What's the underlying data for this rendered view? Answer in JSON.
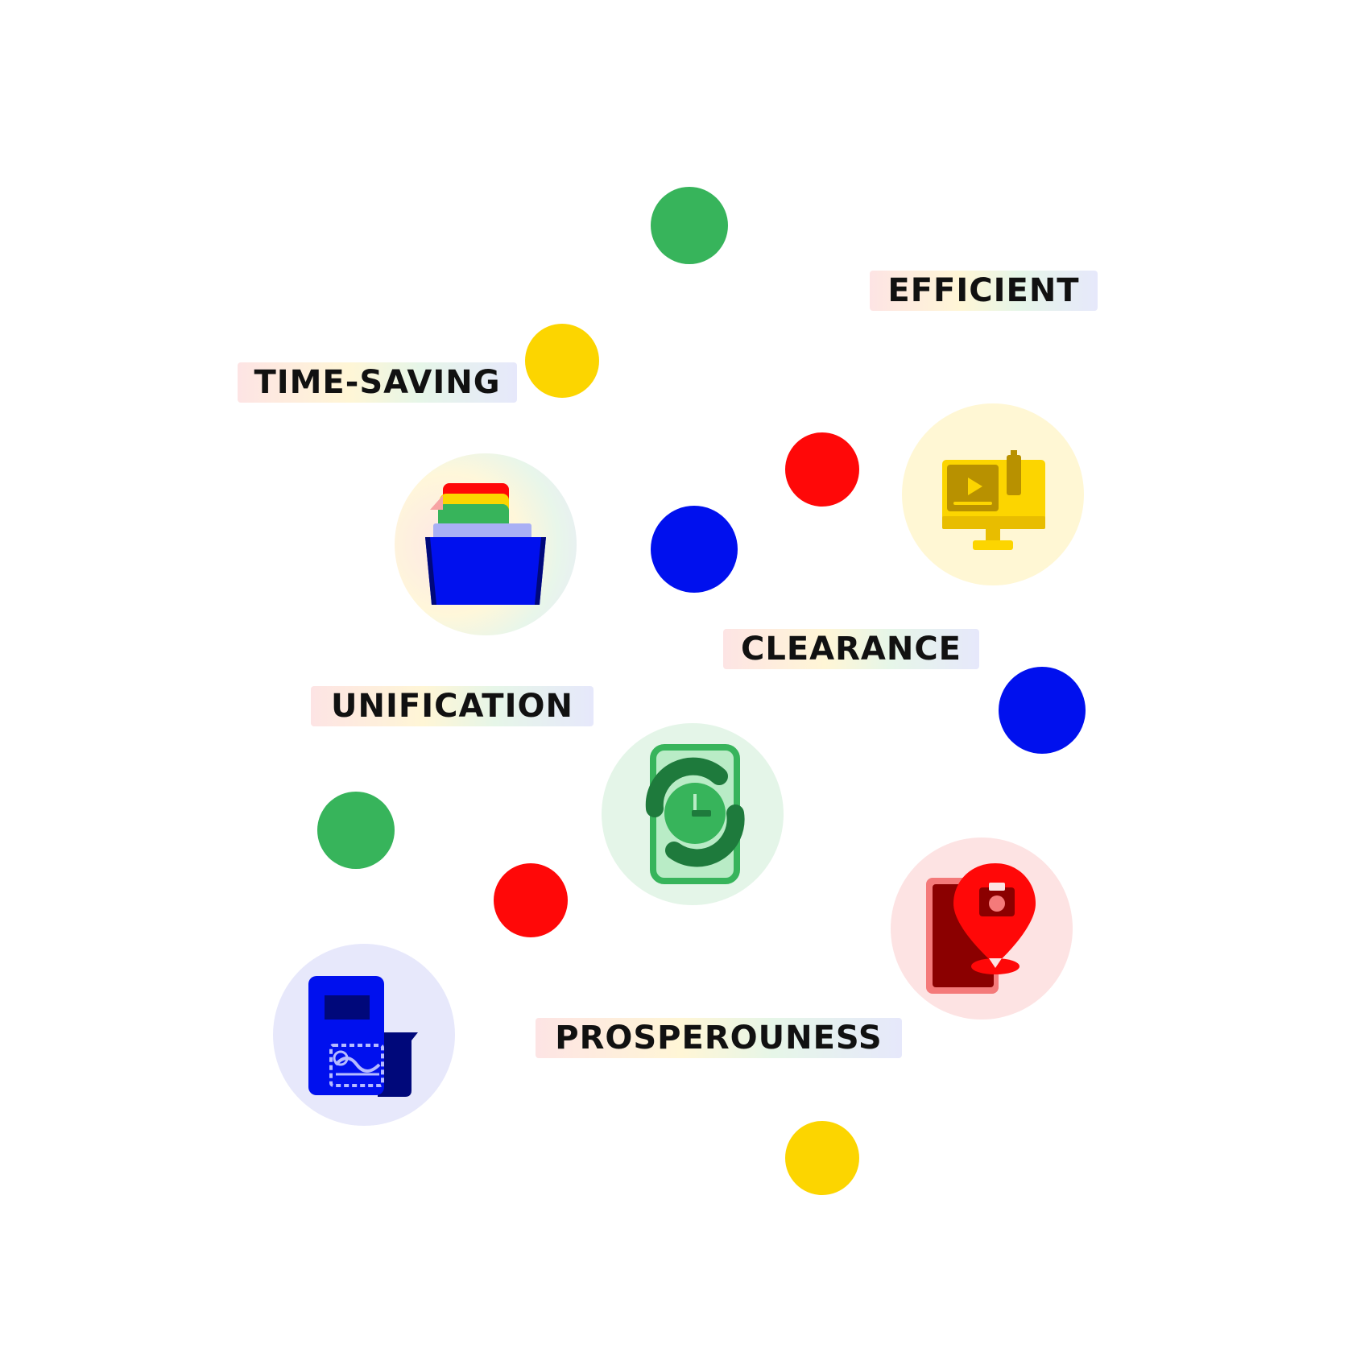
{
  "labels": {
    "efficient": "EFFICIENT",
    "time_saving": "TIME-SAVING",
    "clearance": "CLEARANCE",
    "unification": "UNIFICATION",
    "prosperousness": "PROSPEROUNESS"
  },
  "colors": {
    "green": "#37b45b",
    "yellow": "#fcd500",
    "red": "#ff0808",
    "blue": "#0010ee",
    "text": "#111111"
  },
  "icons": {
    "folder": "folder-icon",
    "monitor": "monitor-video-icon",
    "phone_sync": "phone-sync-clock-icon",
    "map_pin": "map-location-pin-icon",
    "document": "document-stamp-icon"
  }
}
